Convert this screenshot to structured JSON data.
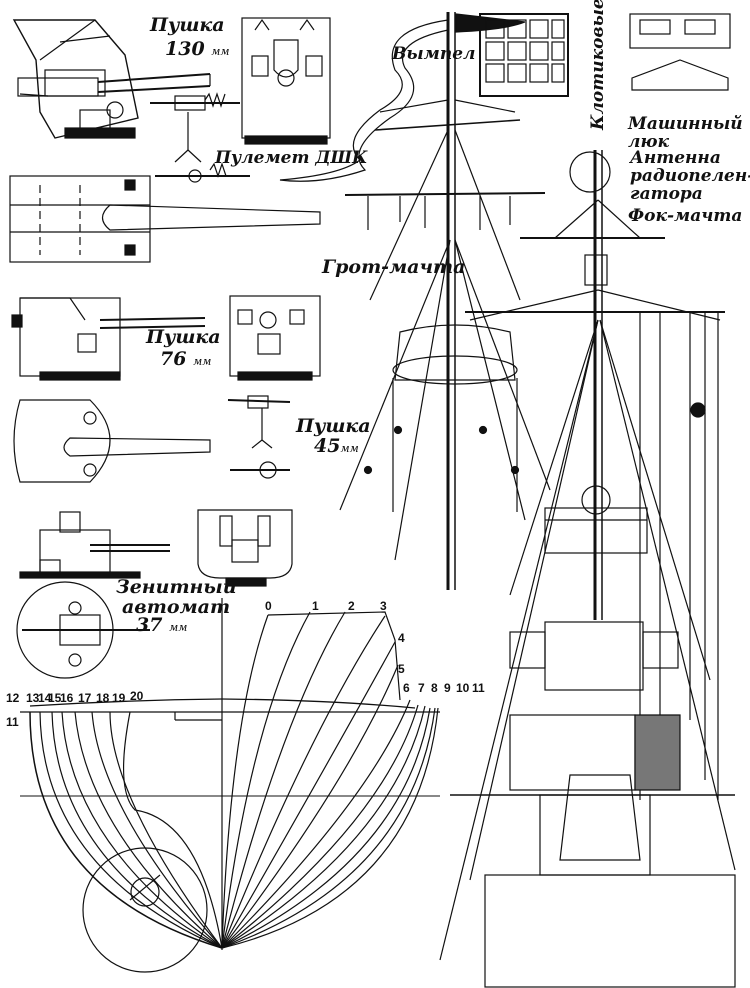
{
  "labels": {
    "gun130": "Пушка",
    "gun130_cal": "130",
    "unit_mm": "мм",
    "mg_dshk": "Пулемет ДШК",
    "vympel": "Вымпел",
    "masthead_lights": "Клотиковые огни",
    "engine_hatch": "Машинный люк",
    "antenna": "Антенна радиопелен-гатора",
    "antenna_l1": "Антенна",
    "antenna_l2": "радиопелен-",
    "antenna_l3": "гатора",
    "foremast": "Фок-мачта",
    "mainmast": "Грот-мачта",
    "gun76": "Пушка",
    "gun76_cal": "76",
    "gun45": "Пушка",
    "gun45_cal": "45",
    "aa_line1": "Зенитный",
    "aa_line2": "автомат",
    "aa_cal": "37"
  },
  "stations_bow": [
    "0",
    "1",
    "2",
    "3",
    "4",
    "5",
    "6",
    "7",
    "8",
    "9",
    "10",
    "11"
  ],
  "stations_stern": [
    "12",
    "13",
    "14",
    "15",
    "16",
    "17",
    "18",
    "19",
    "20"
  ],
  "stations_stern_extra": "11",
  "icons": {
    "mast_flag": "pennant-icon",
    "vent_grille": "grille-icon"
  }
}
